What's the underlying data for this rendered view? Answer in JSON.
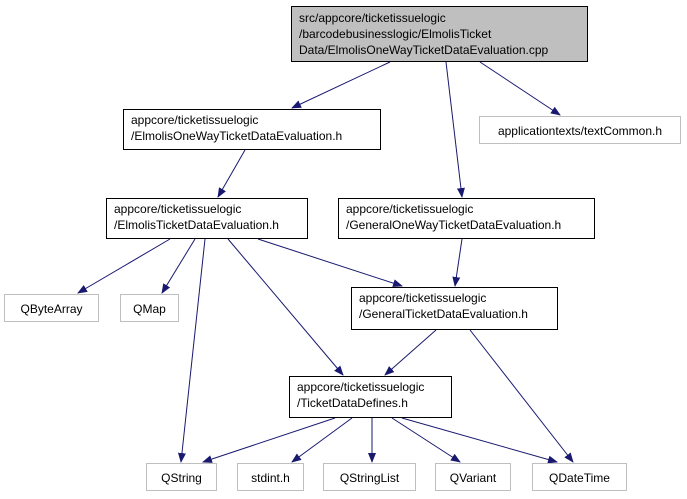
{
  "graph": {
    "edge_color": "#191970",
    "root_fill": "#bfbfbf",
    "external_border": "#bfbfbf",
    "nodes": {
      "root": [
        "src/appcore/ticketissuelogic",
        "/barcodebusinesslogic/ElmolisTicket",
        "Data/ElmolisOneWayTicketDataEvaluation.cpp"
      ],
      "elmolis_oneway": [
        "appcore/ticketissuelogic",
        "/ElmolisOneWayTicketDataEvaluation.h"
      ],
      "text_common": [
        "applicationtexts/textCommon.h"
      ],
      "elmolis_ticket": [
        "appcore/ticketissuelogic",
        "/ElmolisTicketDataEvaluation.h"
      ],
      "general_oneway": [
        "appcore/ticketissuelogic",
        "/GeneralOneWayTicketDataEvaluation.h"
      ],
      "qbytearray": [
        "QByteArray"
      ],
      "qmap": [
        "QMap"
      ],
      "general_ticket": [
        "appcore/ticketissuelogic",
        "/GeneralTicketDataEvaluation.h"
      ],
      "ticket_defines": [
        "appcore/ticketissuelogic",
        "/TicketDataDefines.h"
      ],
      "qstring": [
        "QString"
      ],
      "stdint": [
        "stdint.h"
      ],
      "qstringlist": [
        "QStringList"
      ],
      "qvariant": [
        "QVariant"
      ],
      "qdatetime": [
        "QDateTime"
      ]
    }
  }
}
